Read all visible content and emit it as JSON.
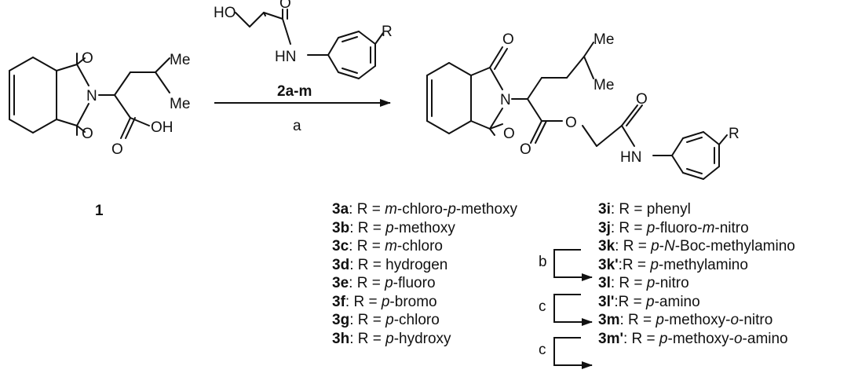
{
  "reagent": {
    "label": "2a-m",
    "condition": "a"
  },
  "starting_material": {
    "label": "1"
  },
  "atoms": {
    "O": "O",
    "N": "N",
    "Me": "Me",
    "OH": "OH",
    "HO": "HO",
    "HN": "HN",
    "R": "R"
  },
  "left_list": [
    {
      "id": "3a",
      "sep": ": R = ",
      "parts": [
        {
          "t": "m",
          "i": true
        },
        {
          "t": "-chloro-",
          "i": false
        },
        {
          "t": "p",
          "i": true
        },
        {
          "t": "-methoxy",
          "i": false
        }
      ]
    },
    {
      "id": "3b",
      "sep": ": R = ",
      "parts": [
        {
          "t": "p",
          "i": true
        },
        {
          "t": "-methoxy",
          "i": false
        }
      ]
    },
    {
      "id": "3c",
      "sep": ": R = ",
      "parts": [
        {
          "t": "m",
          "i": true
        },
        {
          "t": "-chloro",
          "i": false
        }
      ]
    },
    {
      "id": "3d",
      "sep": ": R = ",
      "parts": [
        {
          "t": "hydrogen",
          "i": false
        }
      ]
    },
    {
      "id": "3e",
      "sep": ": R = ",
      "parts": [
        {
          "t": "p",
          "i": true
        },
        {
          "t": "-fluoro",
          "i": false
        }
      ]
    },
    {
      "id": "3f",
      "sep": ": R = ",
      "parts": [
        {
          "t": "p",
          "i": true
        },
        {
          "t": "-bromo",
          "i": false
        }
      ]
    },
    {
      "id": "3g",
      "sep": ": R = ",
      "parts": [
        {
          "t": "p",
          "i": true
        },
        {
          "t": "-chloro",
          "i": false
        }
      ]
    },
    {
      "id": "3h",
      "sep": ": R = ",
      "parts": [
        {
          "t": "p",
          "i": true
        },
        {
          "t": "-hydroxy",
          "i": false
        }
      ]
    }
  ],
  "right_list": [
    {
      "id": "3i",
      "sep": ": R = ",
      "parts": [
        {
          "t": "phenyl",
          "i": false
        }
      ]
    },
    {
      "id": "3j",
      "sep": ": R = ",
      "parts": [
        {
          "t": "p",
          "i": true
        },
        {
          "t": "-fluoro-",
          "i": false
        },
        {
          "t": "m",
          "i": true
        },
        {
          "t": "-nitro",
          "i": false
        }
      ]
    },
    {
      "id": "3k",
      "sep": ": R = ",
      "parts": [
        {
          "t": "p",
          "i": true
        },
        {
          "t": "-",
          "i": false
        },
        {
          "t": "N",
          "i": true
        },
        {
          "t": "-Boc-methylamino",
          "i": false
        }
      ]
    },
    {
      "id": "3k'",
      "sep": ":R = ",
      "parts": [
        {
          "t": "p",
          "i": true
        },
        {
          "t": "-methylamino",
          "i": false
        }
      ]
    },
    {
      "id": "3l",
      "sep": ": R = ",
      "parts": [
        {
          "t": "p",
          "i": true
        },
        {
          "t": "-nitro",
          "i": false
        }
      ]
    },
    {
      "id": "3l'",
      "sep": ":R = ",
      "parts": [
        {
          "t": "p",
          "i": true
        },
        {
          "t": "-amino",
          "i": false
        }
      ]
    },
    {
      "id": "3m",
      "sep": ": R = ",
      "parts": [
        {
          "t": "p",
          "i": true
        },
        {
          "t": "-methoxy-",
          "i": false
        },
        {
          "t": "o",
          "i": true
        },
        {
          "t": "-nitro",
          "i": false
        }
      ]
    },
    {
      "id": "3m'",
      "sep": ": R = ",
      "parts": [
        {
          "t": "p",
          "i": true
        },
        {
          "t": "-methoxy-",
          "i": false
        },
        {
          "t": "o",
          "i": true
        },
        {
          "t": "-amino",
          "i": false
        }
      ]
    }
  ],
  "conversion_arrows": [
    {
      "label": "b"
    },
    {
      "label": "c"
    },
    {
      "label": "c"
    }
  ]
}
